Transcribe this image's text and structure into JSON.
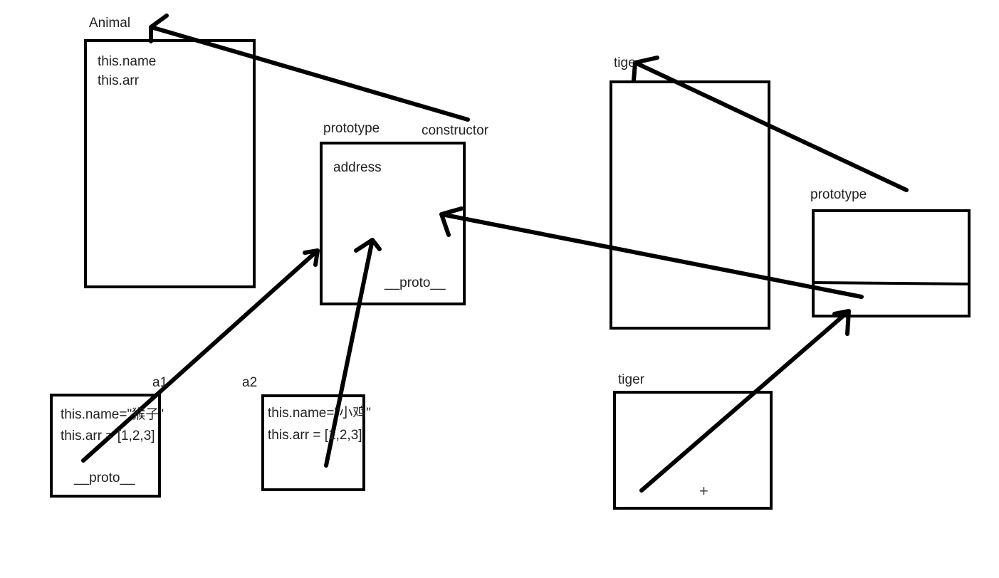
{
  "diagram": {
    "stroke_color": "#000000",
    "text_color": "#222222",
    "animal_constructor": {
      "title": "Animal",
      "lines": [
        "this.name",
        "this.arr"
      ]
    },
    "animal_prototype": {
      "title": "prototype",
      "constructor_label": "constructor",
      "content": "address",
      "proto_label": "__proto__"
    },
    "instance_a1": {
      "title": "a1",
      "lines": [
        "this.name=\"猴子\"",
        "this.arr = [1,2,3]"
      ],
      "proto_label": "__proto__"
    },
    "instance_a2": {
      "title": "a2",
      "lines": [
        "this.name=\"小鸡\"",
        "this.arr = [1,2,3]"
      ]
    },
    "tiger_constructor": {
      "title": "tiger"
    },
    "tiger_prototype": {
      "title": "prototype"
    },
    "tiger_instance": {
      "title": "tiger",
      "cursor": "+"
    }
  }
}
